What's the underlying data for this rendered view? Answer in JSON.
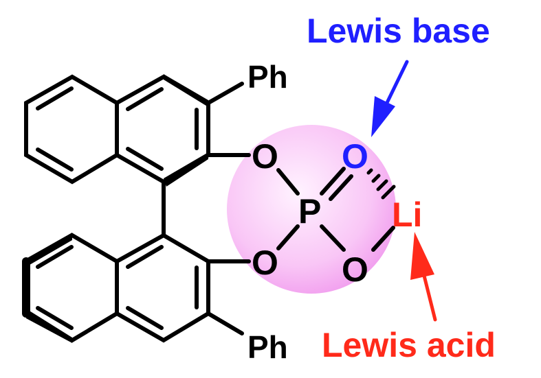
{
  "labels": {
    "lewis_base": "Lewis base",
    "lewis_acid": "Lewis acid",
    "ph_top": "Ph",
    "ph_bottom": "Ph",
    "o_upper_left": "O",
    "o_lower_left": "O",
    "o_double": "O",
    "o_lower_right": "O",
    "phosphorus": "P",
    "lithium": "Li"
  },
  "colors": {
    "lewis_base": "#1f1fff",
    "lewis_acid": "#ff2a1a",
    "sphere_center": "#ffe8ff",
    "sphere_edge": "#f4a8f2",
    "bond": "#000000"
  }
}
